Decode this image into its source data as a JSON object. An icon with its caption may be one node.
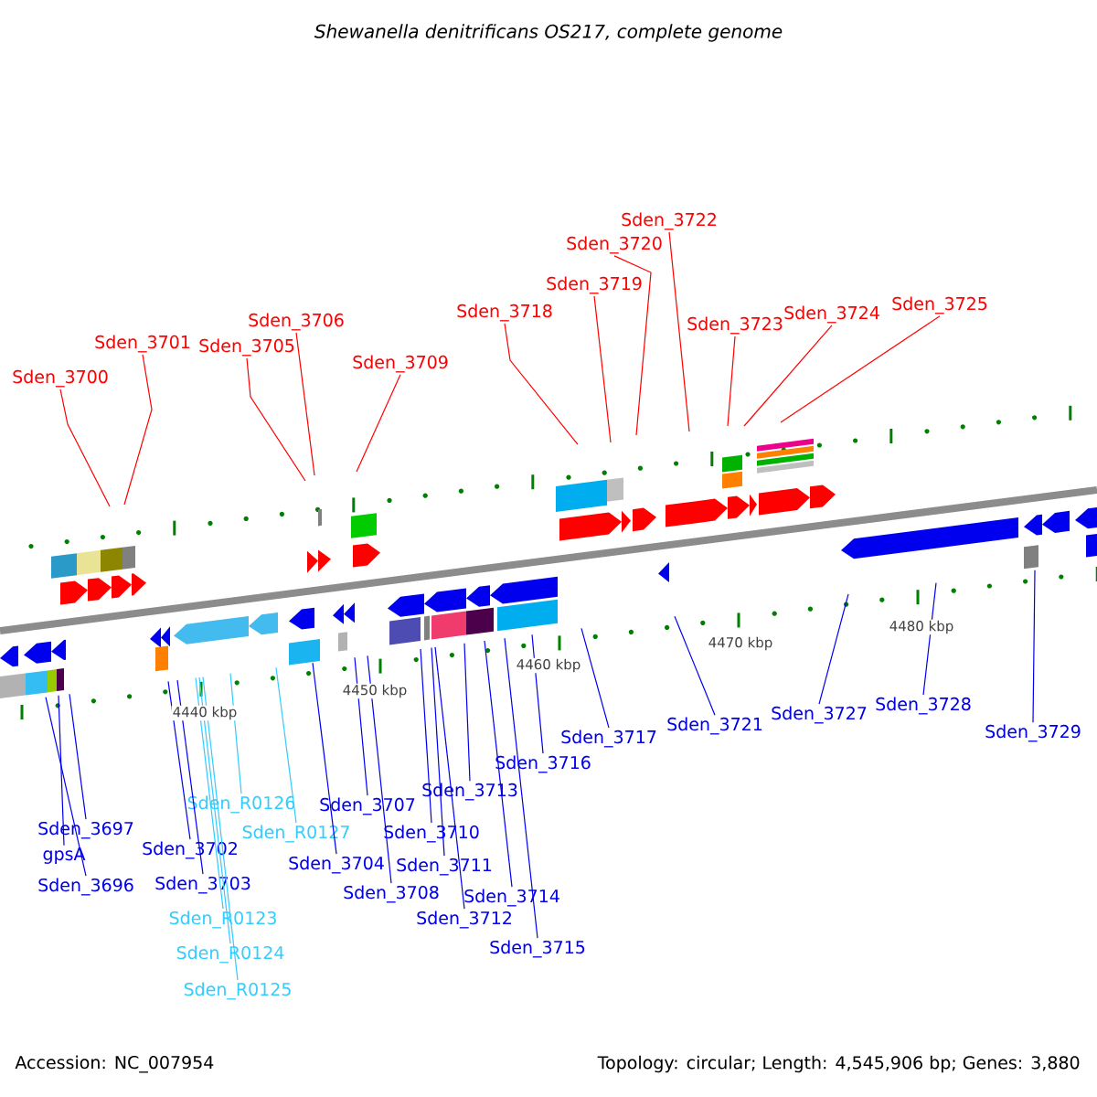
{
  "diagram": {
    "title": "Shewanella denitrificans OS217, complete genome",
    "nodes": [
      {
        "text": [
          "Sden_3700"
        ]
      },
      {
        "text": [
          "Sden_3701"
        ]
      },
      {
        "text": [
          "Sden_3705"
        ]
      },
      {
        "text": [
          "Sden_3706"
        ]
      },
      {
        "text": [
          "Sden_3709"
        ]
      },
      {
        "text": [
          "Sden_3718"
        ]
      },
      {
        "text": [
          "Sden_3719"
        ]
      },
      {
        "text": [
          "Sden_3720"
        ]
      },
      {
        "text": [
          "Sden_3722"
        ]
      },
      {
        "text": [
          "Sden_3723"
        ]
      },
      {
        "text": [
          "Sden_3724"
        ]
      },
      {
        "text": [
          "Sden_3725"
        ]
      },
      {
        "text": [
          "Sden_3697"
        ]
      },
      {
        "text": [
          "gpsA"
        ]
      },
      {
        "text": [
          "Sden_3696"
        ]
      },
      {
        "text": [
          "Sden_3702"
        ]
      },
      {
        "text": [
          "Sden_3703"
        ]
      },
      {
        "text": [
          "Sden_R0126"
        ]
      },
      {
        "text": [
          "Sden_R0127"
        ]
      },
      {
        "text": [
          "Sden_R0123"
        ]
      },
      {
        "text": [
          "Sden_R0124"
        ]
      },
      {
        "text": [
          "Sden_R0125"
        ]
      },
      {
        "text": [
          "Sden_3707"
        ]
      },
      {
        "text": [
          "Sden_3704"
        ]
      },
      {
        "text": [
          "Sden_3708"
        ]
      },
      {
        "text": [
          "Sden_3710"
        ]
      },
      {
        "text": [
          "Sden_3713"
        ]
      },
      {
        "text": [
          "Sden_3711"
        ]
      },
      {
        "text": [
          "Sden_3712"
        ]
      },
      {
        "text": [
          "Sden_3714"
        ]
      },
      {
        "text": [
          "Sden_3715"
        ]
      },
      {
        "text": [
          "Sden_3716"
        ]
      },
      {
        "text": [
          "Sden_3717"
        ]
      },
      {
        "text": [
          "Sden_3721"
        ]
      },
      {
        "text": [
          "Sden_3727"
        ]
      },
      {
        "text": [
          "Sden_3728"
        ]
      },
      {
        "text": [
          "Sden_3729"
        ]
      }
    ],
    "edges": [
      {
        "from": 0,
        "to": null,
        "arrow": "none",
        "color": "#ff0000"
      },
      {
        "from": 1,
        "to": null,
        "arrow": "none",
        "color": "#ff0000"
      },
      {
        "from": 2,
        "to": null,
        "arrow": "none",
        "color": "#ff0000"
      },
      {
        "from": 3,
        "to": null,
        "arrow": "none",
        "color": "#ff0000"
      },
      {
        "from": 4,
        "to": null,
        "arrow": "none",
        "color": "#ff0000"
      },
      {
        "from": 5,
        "to": null,
        "arrow": "none",
        "color": "#ff0000"
      },
      {
        "from": 6,
        "to": null,
        "arrow": "none",
        "color": "#ff0000"
      },
      {
        "from": 7,
        "to": null,
        "arrow": "none",
        "color": "#ff0000"
      },
      {
        "from": 8,
        "to": null,
        "arrow": "none",
        "color": "#ff0000"
      },
      {
        "from": 9,
        "to": null,
        "arrow": "none",
        "color": "#ff0000"
      },
      {
        "from": 10,
        "to": null,
        "arrow": "none",
        "color": "#ff0000"
      },
      {
        "from": 11,
        "to": null,
        "arrow": "none",
        "color": "#ff0000"
      },
      {
        "from": 12,
        "to": null,
        "arrow": "none"
      },
      {
        "from": 13,
        "to": null,
        "arrow": "none"
      },
      {
        "from": 14,
        "to": null,
        "arrow": "none"
      },
      {
        "from": 15,
        "to": null,
        "arrow": "none"
      },
      {
        "from": 16,
        "to": null,
        "arrow": "none"
      },
      {
        "from": 17,
        "to": null,
        "arrow": "none",
        "color": "#33ccff"
      },
      {
        "from": 18,
        "to": null,
        "arrow": "none",
        "color": "#33ccff"
      },
      {
        "from": 19,
        "to": null,
        "arrow": "none",
        "color": "#33ccff"
      },
      {
        "from": 20,
        "to": null,
        "arrow": "none",
        "color": "#33ccff"
      },
      {
        "from": 21,
        "to": null,
        "arrow": "none",
        "color": "#33ccff"
      },
      {
        "from": 22,
        "to": null,
        "arrow": "none"
      },
      {
        "from": 23,
        "to": null,
        "arrow": "none"
      },
      {
        "from": 24,
        "to": null,
        "arrow": "none"
      },
      {
        "from": 25,
        "to": null,
        "arrow": "none"
      },
      {
        "from": 26,
        "to": null,
        "arrow": "none"
      },
      {
        "from": 27,
        "to": null,
        "arrow": "none"
      },
      {
        "from": 28,
        "to": null,
        "arrow": "none"
      },
      {
        "from": 29,
        "to": null,
        "arrow": "none"
      },
      {
        "from": 30,
        "to": null,
        "arrow": "none"
      },
      {
        "from": 31,
        "to": null,
        "arrow": "none"
      },
      {
        "from": 32,
        "to": null,
        "arrow": "none"
      },
      {
        "from": 33,
        "to": null,
        "arrow": "none"
      },
      {
        "from": 34,
        "to": null,
        "arrow": "none"
      },
      {
        "from": 35,
        "to": null,
        "arrow": "none"
      },
      {
        "from": 36,
        "to": null,
        "arrow": "none"
      }
    ],
    "labels": [
      "4440 kbp",
      "4450 kbp",
      "4460 kbp",
      "4470 kbp",
      "4480 kbp",
      "Accession: NC_007954",
      "Topology: circular; Length: 4,545,906 bp; Genes: 3,880"
    ]
  }
}
